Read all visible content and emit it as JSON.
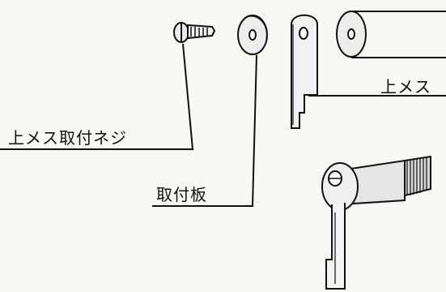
{
  "labels": {
    "upper_knife": "上メス",
    "mounting_screw": "上メス取付ネジ",
    "mounting_plate": "取付板"
  }
}
